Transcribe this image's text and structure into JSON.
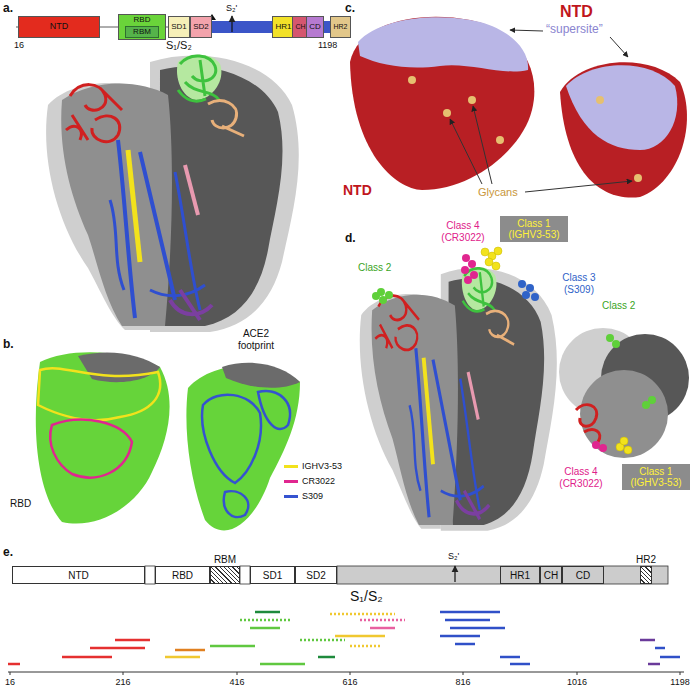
{
  "diagram": {
    "nodes": [
      {
        "text": [
          "NTD"
        ]
      },
      {
        "text": [
          "RBD"
        ]
      },
      {
        "text": [
          "RBM"
        ],
        "in": 1
      },
      {
        "text": [
          "SD1"
        ]
      },
      {
        "text": [
          "SD2"
        ]
      },
      {
        "text": [
          "HR1"
        ]
      },
      {
        "text": [
          "CH"
        ]
      },
      {
        "text": [
          "CD"
        ]
      },
      {
        "text": [
          "HR2"
        ]
      },
      {
        "text": [
          "Class 1 (IGHV3-53)"
        ]
      },
      {
        "text": [
          "Class 1 (IGHV3-53)"
        ]
      },
      {
        "text": [
          "NTD"
        ]
      },
      {
        "text": [
          "RBD"
        ]
      },
      {
        "text": [
          "RBM"
        ]
      },
      {
        "text": [
          "SD1"
        ]
      },
      {
        "text": [
          "SD2"
        ]
      },
      {
        "text": [
          "HR1"
        ]
      },
      {
        "text": [
          "CH"
        ]
      },
      {
        "text": [
          "CD"
        ]
      },
      {
        "text": [
          "HR2"
        ]
      }
    ],
    "labels": [
      "a.",
      "S₂'",
      "16",
      "1198",
      "S₁/S₂",
      "b.",
      "ACE2 footprint",
      "RBD",
      "c.",
      "NTD",
      "“supersite”",
      "NTD",
      "Glycans",
      "d.",
      "Class 2",
      "Class 4 (CR3022)",
      "Class 3 (S309)",
      "Class 2",
      "Class 4 (CR3022)",
      "e.",
      "S₂'",
      "S₁/S₂",
      "16",
      "216",
      "416",
      "616",
      "816",
      "1016",
      "1198"
    ],
    "legend": [
      {
        "text": "IGHV3-53",
        "color": "#f2e21c"
      },
      {
        "text": "CR3022",
        "color": "#e0268f"
      },
      {
        "text": "S309",
        "color": "#3553d0"
      }
    ]
  }
}
